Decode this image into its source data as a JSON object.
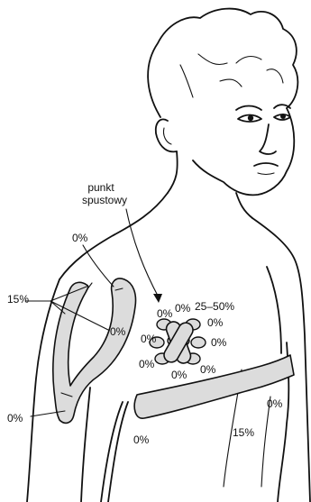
{
  "labels": {
    "trigger_point": [
      "punkt",
      "spustowy"
    ],
    "shoulder_top": "0%",
    "upper_arm_left": "15%",
    "upper_arm_right": "0%",
    "elbow": "0%",
    "forearm_end": "0%",
    "forearm_mid": "15%",
    "forearm_right": "0%",
    "center_top_left": "0%",
    "center_top_mid": "0%",
    "center_top_right": "25–50%",
    "center_right_1": "0%",
    "center_right_2": "0%",
    "center_left": "0%",
    "center_bottom_left": "0%",
    "center_bottom_mid": "0%",
    "center_bottom_right": "0%"
  },
  "colors": {
    "line": "#111111",
    "fill_grey": "#dcdcdc",
    "background": "#ffffff"
  }
}
